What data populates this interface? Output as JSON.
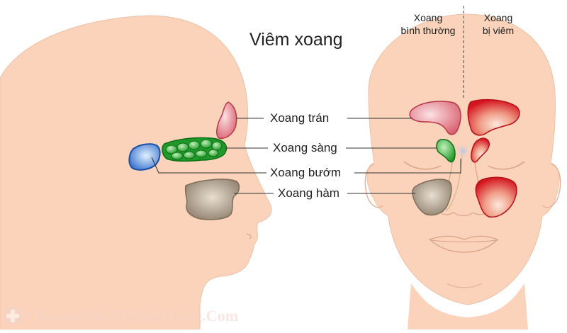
{
  "title": "Viêm xoang",
  "labels": {
    "frontal": "Xoang trán",
    "ethmoid": "Xoang sàng",
    "sphenoid": "Xoang bướm",
    "maxillary": "Xoang hàm"
  },
  "front_view": {
    "normal_line1": "Xoang",
    "normal_line2": "bình thường",
    "inflamed_line1": "Xoang",
    "inflamed_line2": "bị viêm"
  },
  "watermark": "ChuyenKhoaTaiMuiHong.Com",
  "colors": {
    "skin": "#fbd3ba",
    "skin_outline": "#e6b99d",
    "frontal_normal": "#e7808e",
    "ethmoid": "#1a9e26",
    "sphenoid": "#2f6fd0",
    "maxillary_normal": "#9f8f7c",
    "inflamed": "#d81420",
    "callout_line": "#333333"
  }
}
